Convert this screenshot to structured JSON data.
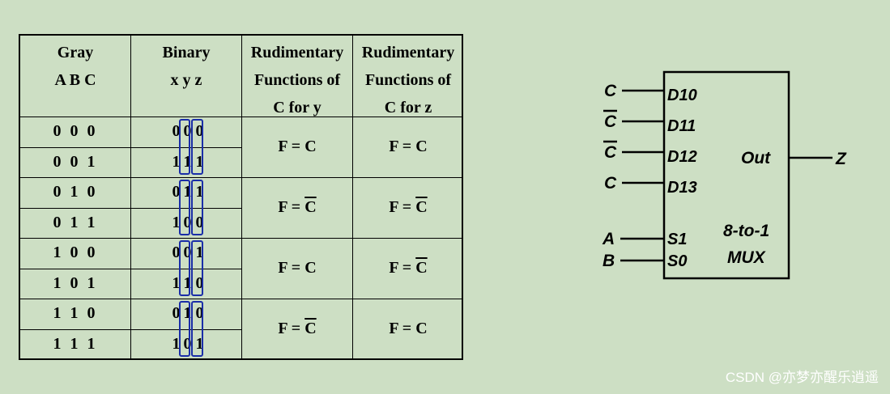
{
  "table": {
    "headers": [
      [
        "Gray",
        "A B C"
      ],
      [
        "Binary",
        "x y z"
      ],
      [
        "Rudimentary",
        "Functions of",
        "C for y"
      ],
      [
        "Rudimentary",
        "Functions of",
        "C for z"
      ]
    ],
    "rows": [
      {
        "gray": "0 0 0",
        "binary": [
          "0",
          "0",
          "0"
        ]
      },
      {
        "gray": "0 0 1",
        "binary": [
          "1",
          "1",
          "1"
        ]
      },
      {
        "gray": "0 1 0",
        "binary": [
          "0",
          "1",
          "1"
        ]
      },
      {
        "gray": "0 1 1",
        "binary": [
          "1",
          "0",
          "0"
        ]
      },
      {
        "gray": "1 0 0",
        "binary": [
          "0",
          "0",
          "1"
        ]
      },
      {
        "gray": "1 0 1",
        "binary": [
          "1",
          "1",
          "0"
        ]
      },
      {
        "gray": "1 1 0",
        "binary": [
          "0",
          "1",
          "0"
        ]
      },
      {
        "gray": "1 1 1",
        "binary": [
          "1",
          "0",
          "1"
        ]
      }
    ],
    "functions": [
      {
        "y_prefix": "F = ",
        "y_var": "C",
        "y_bar": false,
        "z_prefix": "F = ",
        "z_var": "C",
        "z_bar": false
      },
      {
        "y_prefix": "F = ",
        "y_var": "C",
        "y_bar": true,
        "z_prefix": "F = ",
        "z_var": "C",
        "z_bar": true
      },
      {
        "y_prefix": "F = ",
        "y_var": "C",
        "y_bar": false,
        "z_prefix": "F = ",
        "z_var": "C",
        "z_bar": true
      },
      {
        "y_prefix": "F = ",
        "y_var": "C",
        "y_bar": true,
        "z_prefix": "F = ",
        "z_var": "C",
        "z_bar": false
      }
    ]
  },
  "mux": {
    "data_inputs": [
      {
        "signal": "C",
        "bar": false,
        "pin": "D10"
      },
      {
        "signal": "C",
        "bar": true,
        "pin": "D11"
      },
      {
        "signal": "C",
        "bar": true,
        "pin": "D12"
      },
      {
        "signal": "C",
        "bar": false,
        "pin": "D13"
      }
    ],
    "select_inputs": [
      {
        "signal": "A",
        "pin": "S1"
      },
      {
        "signal": "B",
        "pin": "S0"
      }
    ],
    "output_pin": "Out",
    "output_signal": "Z",
    "label_line1": "8-to-1",
    "label_line2": "MUX"
  },
  "watermark": "CSDN @亦梦亦醒乐逍遥",
  "colors": {
    "background": "#cddfc4",
    "highlight_box": "#1a2ea8"
  }
}
